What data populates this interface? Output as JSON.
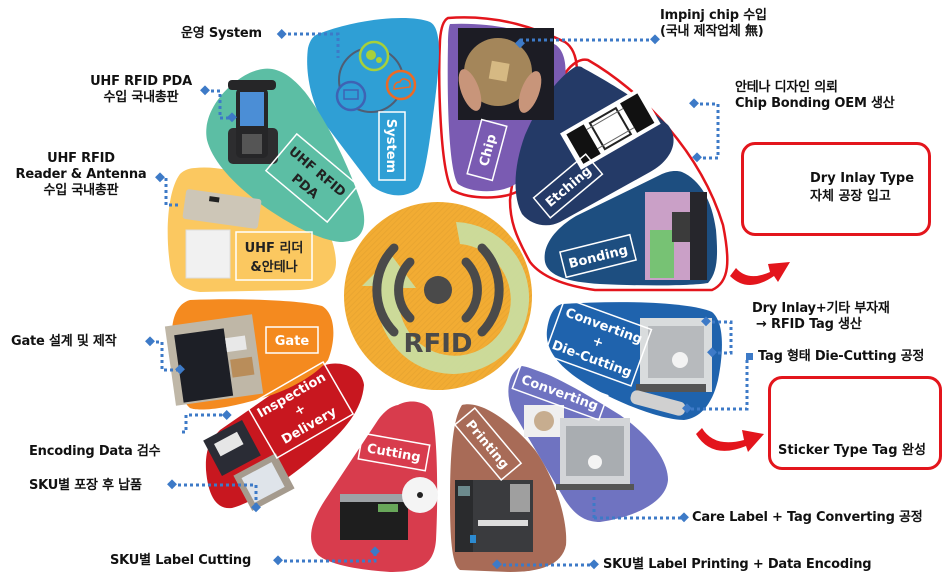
{
  "center": {
    "label": "RFID",
    "icon": "rfid-signal-icon",
    "color": "#f2ac33",
    "ring_color": "#c9dc9f",
    "icon_color": "#4a4a4a"
  },
  "petals": [
    {
      "id": "system",
      "label": "System",
      "color": "#2f9fd5"
    },
    {
      "id": "chip",
      "label": "Chip",
      "color": "#7a5bb2"
    },
    {
      "id": "etching",
      "label": "Etching",
      "color": "#243a67"
    },
    {
      "id": "bonding",
      "label": "Bonding",
      "color": "#1d4e80"
    },
    {
      "id": "converting-die-cutting",
      "label_lines": [
        "Converting",
        "+",
        "Die-Cutting"
      ],
      "color": "#1f63ad"
    },
    {
      "id": "converting",
      "label": "Converting",
      "color": "#6f73c1"
    },
    {
      "id": "printing",
      "label": "Printing",
      "color": "#a86b57"
    },
    {
      "id": "cutting",
      "label": "Cutting",
      "color": "#d83c4d"
    },
    {
      "id": "inspection-delivery",
      "label_lines": [
        "Inspection",
        "+",
        "Delivery"
      ],
      "color": "#c8171f"
    },
    {
      "id": "gate",
      "label": "Gate",
      "color": "#f48a1f"
    },
    {
      "id": "uhf-reader",
      "label_lines": [
        "UHF 리더",
        "&안테나"
      ],
      "color": "#fbc860"
    },
    {
      "id": "uhf-pda",
      "label_lines": [
        "UHF RFID",
        "PDA"
      ],
      "color": "#5cbea4"
    }
  ],
  "callouts": {
    "system": "운영 System",
    "pda": [
      "UHF RFID PDA",
      "수입 국내총판"
    ],
    "reader": [
      "UHF RFID",
      "Reader & Antenna",
      "수입 국내총판"
    ],
    "gate": "Gate 설계 및 제작",
    "encoding": "Encoding Data 검수",
    "packing": "SKU별 포장 후 납품",
    "cutting": "SKU별 Label Cutting",
    "printing": "SKU별 Label Printing + Data Encoding",
    "care": "Care Label + Tag Converting 공정",
    "chip": [
      "Impinj chip 수입",
      "(국내 제작업체 無)"
    ],
    "antenna": [
      "안테나 디자인 의뢰",
      "Chip Bonding OEM 생산"
    ],
    "dry_inlay": [
      "Dry Inlay+기타 부자재",
      "→ RFID Tag 생산"
    ],
    "die_cut": "Tag 형태 Die-Cutting 공정"
  },
  "result_boxes": {
    "dry_inlay_type": [
      "Dry Inlay Type",
      "자체 공장 입고"
    ],
    "sticker_tag": "Sticker Type Tag 완성"
  },
  "colors": {
    "connector": "#3d7ac7",
    "highlight": "#e3151c",
    "text": "#111111"
  }
}
